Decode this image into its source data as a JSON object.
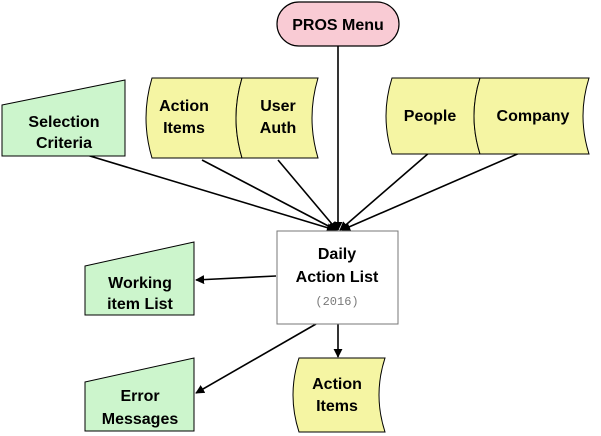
{
  "nodes": {
    "pros_menu": {
      "label": "PROS Menu",
      "fill": "#f9cbd4"
    },
    "selection_criteria": {
      "line1": "Selection",
      "line2": "Criteria",
      "fill": "#ccf5cc"
    },
    "action_items_in": {
      "line1": "Action",
      "line2": "Items",
      "fill": "#f5f5a3"
    },
    "user_auth": {
      "line1": "User",
      "line2": "Auth",
      "fill": "#f5f5a3"
    },
    "people": {
      "label": "People",
      "fill": "#f5f5a3"
    },
    "company": {
      "label": "Company",
      "fill": "#f5f5a3"
    },
    "daily_action_list": {
      "line1": "Daily",
      "line2": "Action List",
      "code": "(2016)",
      "fill": "#ffffff"
    },
    "working_item_list": {
      "line1": "Working",
      "line2": "item List",
      "fill": "#ccf5cc"
    },
    "error_messages": {
      "line1": "Error",
      "line2": "Messages",
      "fill": "#ccf5cc"
    },
    "action_items_out": {
      "line1": "Action",
      "line2": "Items",
      "fill": "#f5f5a3"
    }
  }
}
